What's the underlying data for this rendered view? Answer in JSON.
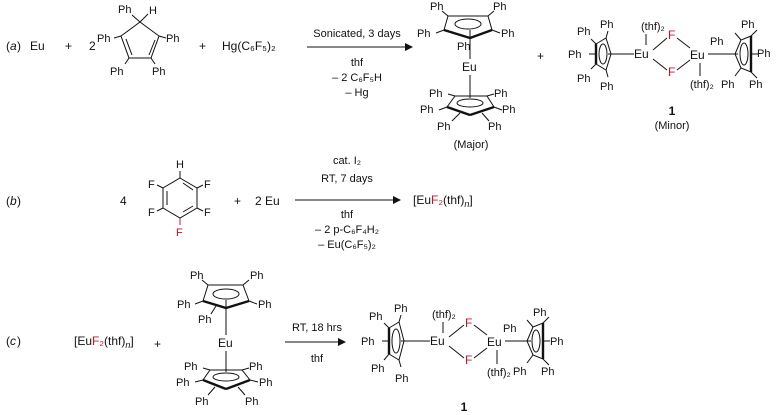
{
  "common": {
    "ph": "Ph",
    "eu": "Eu",
    "h": "H",
    "f": "F",
    "thf2": "(thf)₂",
    "plus": "+",
    "compound_number": "1"
  },
  "reaction_a": {
    "label": "a",
    "eu_reagent": "Eu",
    "coef_2": "2",
    "hg_reagent": "Hg(C₆F₅)₂",
    "conditions_above": [
      "Sonicated, 3 days"
    ],
    "conditions_below": [
      "thf",
      "– 2 C₆F₅H",
      "– Hg"
    ],
    "major_label": "(Major)",
    "minor_label": "(Minor)"
  },
  "reaction_b": {
    "label": "b",
    "coef_4": "4",
    "eu_reagent": "2 Eu",
    "conditions_above": [
      "cat. I₂",
      "RT, 7 days"
    ],
    "conditions_below": [
      "thf",
      "– 2 p-C₆F₄H₂",
      "– Eu(C₆F₅)₂"
    ],
    "product_prefix": "[Eu",
    "product_f2": "F₂",
    "product_suffix": "(thf)",
    "product_n": "n",
    "product_close": "]"
  },
  "reaction_c": {
    "label": "c",
    "reagent_prefix": "[Eu",
    "reagent_f2": "F₂",
    "reagent_suffix": "(thf)",
    "reagent_n": "n",
    "reagent_close": "]",
    "conditions_above": [
      "RT, 18 hrs"
    ],
    "conditions_below": [
      "thf"
    ]
  }
}
